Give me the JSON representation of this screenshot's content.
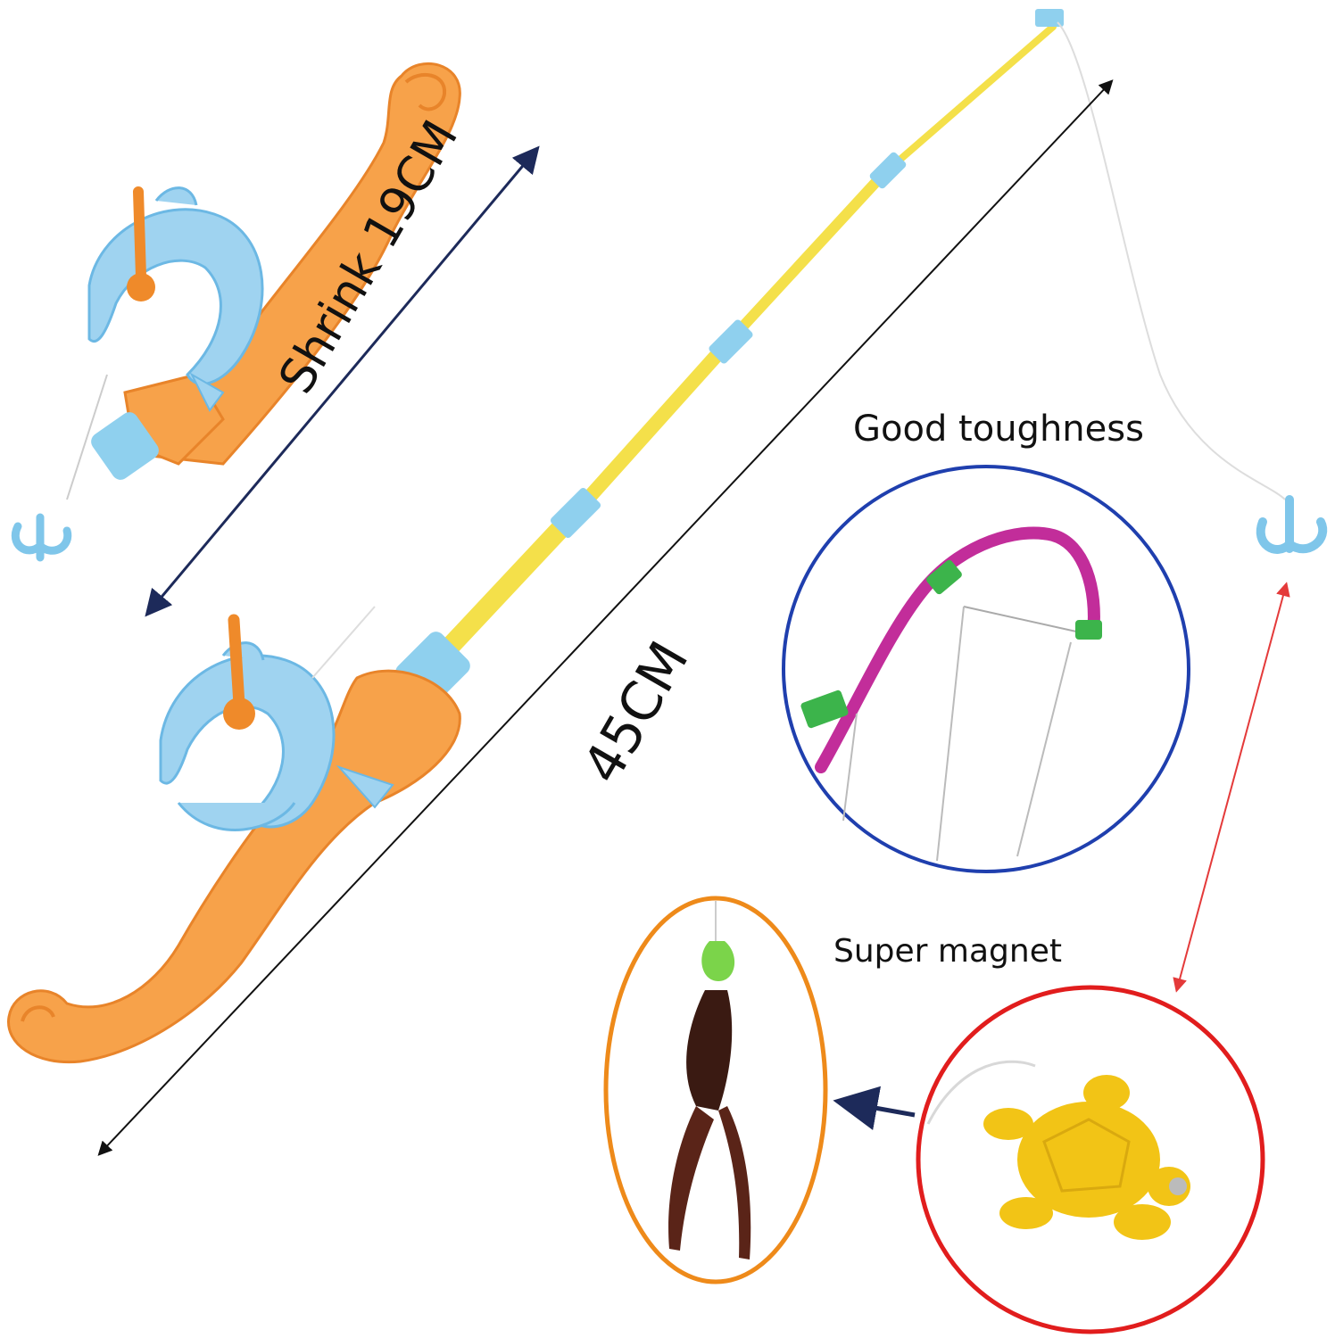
{
  "labels": {
    "shrink": "Shrink 19CM",
    "length": "45CM",
    "toughness": "Good toughness",
    "magnet": "Super magnet"
  },
  "colors": {
    "handle_orange": "#f7a24a",
    "handle_dark": "#e8842a",
    "dolphin_blue": "#9fd3f0",
    "dolphin_dark": "#6cb8e4",
    "rod_yellow": "#f4e04a",
    "guide_blue": "#8fd0ee",
    "arrow_navy": "#1d2a5a",
    "arrow_black": "#111111",
    "arrow_red": "#e43a3a",
    "circle_blue": "#1f3fae",
    "circle_red": "#e11d1d",
    "circle_orange": "#ee8a1a",
    "rod_magenta": "#c22d9a",
    "clip_green": "#3cb44b",
    "turtle_yellow": "#f2c416",
    "pliers_brown": "#5a2418"
  },
  "icons": [
    "dolphin-reel-icon",
    "hook-icon",
    "turtle-magnet-icon",
    "pliers-icon"
  ]
}
